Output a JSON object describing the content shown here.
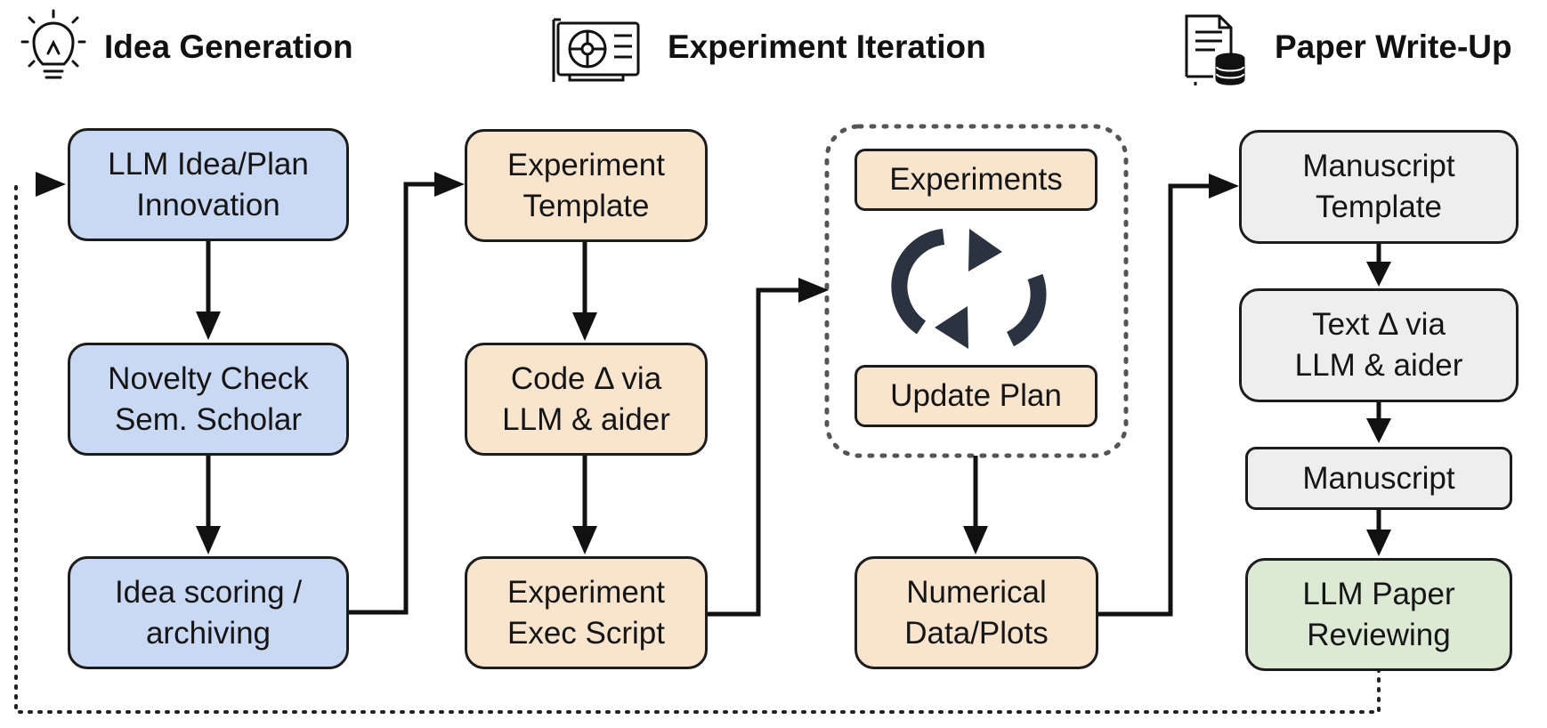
{
  "headers": {
    "idea": "Idea Generation",
    "experiment": "Experiment Iteration",
    "paper": "Paper Write-Up"
  },
  "icons": {
    "idea": "lightbulb-icon",
    "experiment": "gpu-card-icon",
    "paper": "document-database-icon",
    "loop": "refresh-cycle-icon"
  },
  "boxes": {
    "llm_idea": "LLM Idea/Plan\nInnovation",
    "novelty": "Novelty Check\nSem. Scholar",
    "scoring": "Idea scoring /\narchiving",
    "exp_template": "Experiment\nTemplate",
    "code_delta": "Code Δ via\nLLM & aider",
    "exec_script": "Experiment\nExec Script",
    "experiments": "Experiments",
    "update_plan": "Update Plan",
    "numerical": "Numerical\nData/Plots",
    "ms_template": "Manuscript\nTemplate",
    "text_delta": "Text Δ via\nLLM & aider",
    "manuscript": "Manuscript",
    "review": "LLM Paper\nReviewing"
  },
  "colors": {
    "idea_fill": "#c9d8f3",
    "experiment_fill": "#f9e4cd",
    "paper_fill": "#eeeeee",
    "review_fill": "#dcead5",
    "stroke": "#1c1c1c",
    "loop_icon": "#2b3340"
  }
}
